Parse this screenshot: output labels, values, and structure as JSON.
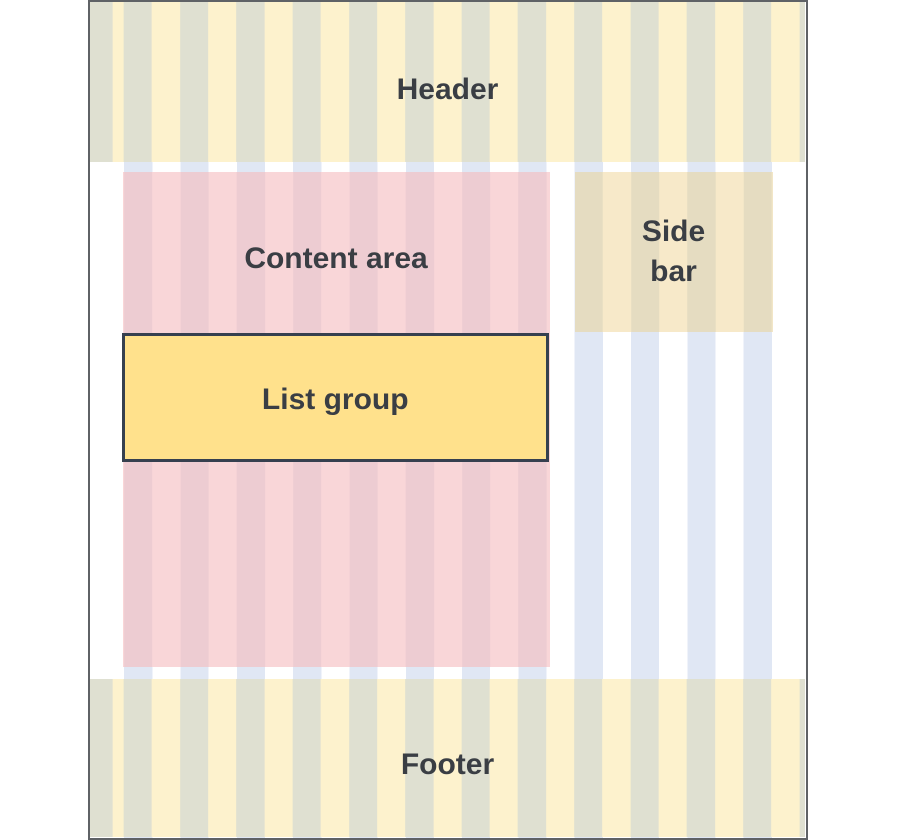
{
  "diagram": {
    "header": {
      "label": "Header"
    },
    "content_area": {
      "label": "Content area"
    },
    "list_group": {
      "label": "List group"
    },
    "sidebar": {
      "label": "Side bar"
    },
    "footer": {
      "label": "Footer"
    }
  },
  "colors": {
    "frame-border": "#5f6266",
    "column-blue": "#e0e7f4",
    "header-light": "#fdf2cd",
    "header-dark": "#dfe0d1",
    "content-light": "#f9d6d8",
    "content-dark": "#edccd2",
    "sidebar-light": "#f7e9c9",
    "sidebar-dark": "#e5dcc1",
    "listgroup-fill": "#ffe18c",
    "listgroup-border": "#36404f",
    "text": "#3a3e44"
  }
}
